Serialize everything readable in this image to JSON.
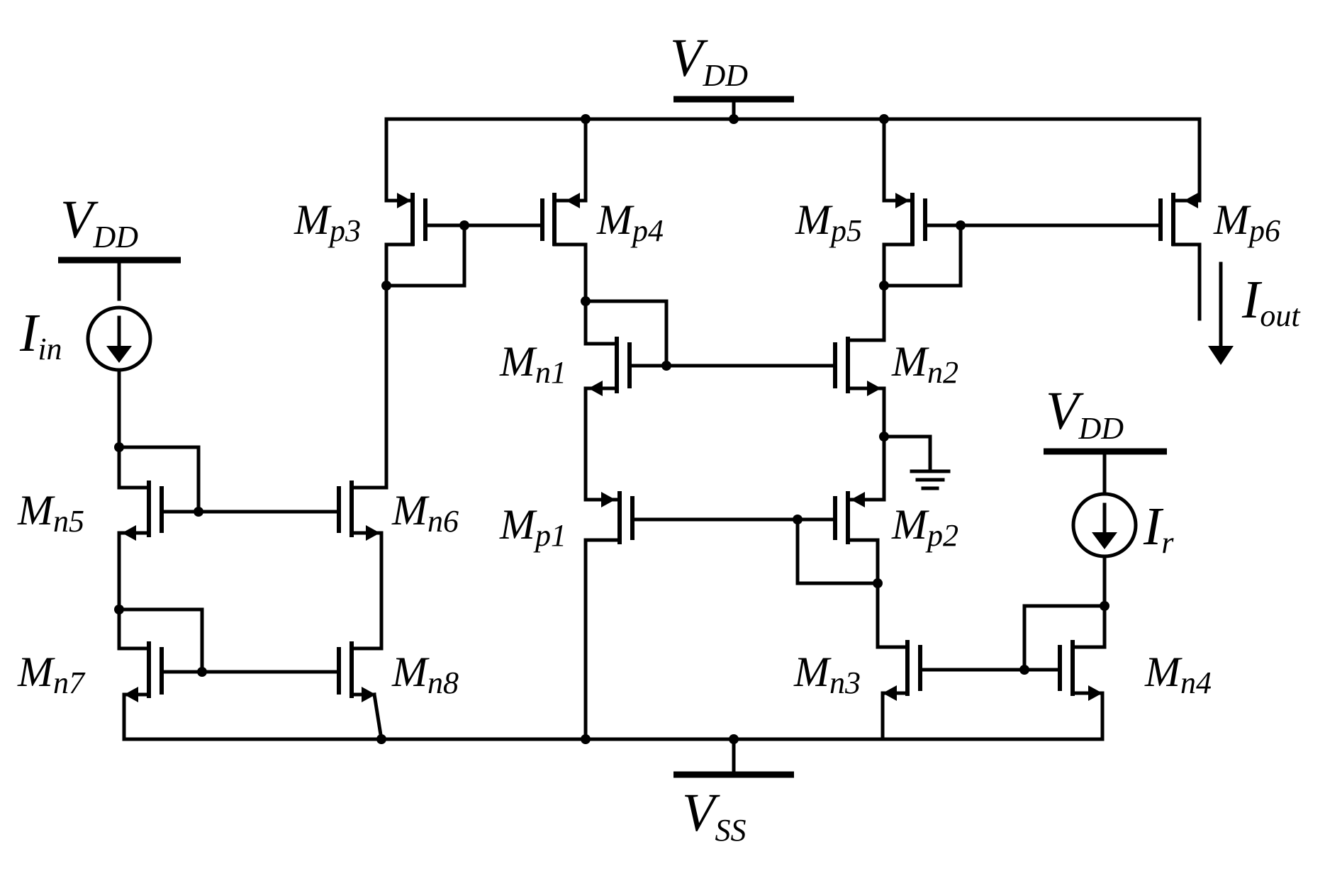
{
  "rails": {
    "vdd_top": {
      "main": "V",
      "sub": "DD"
    },
    "vdd_left": {
      "main": "V",
      "sub": "DD"
    },
    "vdd_right": {
      "main": "V",
      "sub": "DD"
    },
    "vss": {
      "main": "V",
      "sub": "SS"
    }
  },
  "sources": {
    "iin": {
      "main": "I",
      "sub": "in"
    },
    "ir": {
      "main": "I",
      "sub": "r"
    },
    "iout": {
      "main": "I",
      "sub": "out"
    }
  },
  "transistors": {
    "mp3": {
      "main": "M",
      "sub": "p3"
    },
    "mp4": {
      "main": "M",
      "sub": "p4"
    },
    "mp5": {
      "main": "M",
      "sub": "p5"
    },
    "mp6": {
      "main": "M",
      "sub": "p6"
    },
    "mn1": {
      "main": "M",
      "sub": "n1"
    },
    "mn2": {
      "main": "M",
      "sub": "n2"
    },
    "mn5": {
      "main": "M",
      "sub": "n5"
    },
    "mn6": {
      "main": "M",
      "sub": "n6"
    },
    "mp1": {
      "main": "M",
      "sub": "p1"
    },
    "mp2": {
      "main": "M",
      "sub": "p2"
    },
    "mn7": {
      "main": "M",
      "sub": "n7"
    },
    "mn8": {
      "main": "M",
      "sub": "n8"
    },
    "mn3": {
      "main": "M",
      "sub": "n3"
    },
    "mn4": {
      "main": "M",
      "sub": "n4"
    }
  }
}
